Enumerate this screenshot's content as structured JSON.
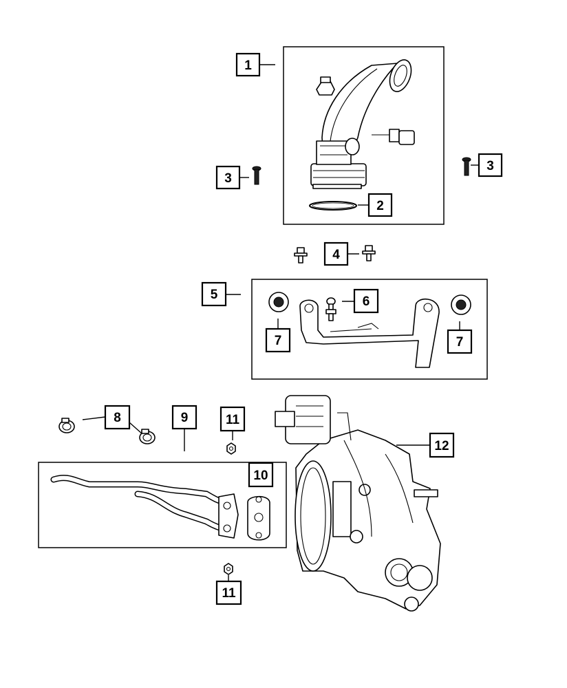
{
  "callouts": [
    {
      "id": "c1",
      "label": "1"
    },
    {
      "id": "c2",
      "label": "2"
    },
    {
      "id": "c3a",
      "label": "3"
    },
    {
      "id": "c3b",
      "label": "3"
    },
    {
      "id": "c4",
      "label": "4"
    },
    {
      "id": "c5",
      "label": "5"
    },
    {
      "id": "c6",
      "label": "6"
    },
    {
      "id": "c7a",
      "label": "7"
    },
    {
      "id": "c7b",
      "label": "7"
    },
    {
      "id": "c8",
      "label": "8"
    },
    {
      "id": "c9",
      "label": "9"
    },
    {
      "id": "c10",
      "label": "10"
    },
    {
      "id": "c11a",
      "label": "11"
    },
    {
      "id": "c11b",
      "label": "11"
    },
    {
      "id": "c12",
      "label": "12"
    }
  ]
}
